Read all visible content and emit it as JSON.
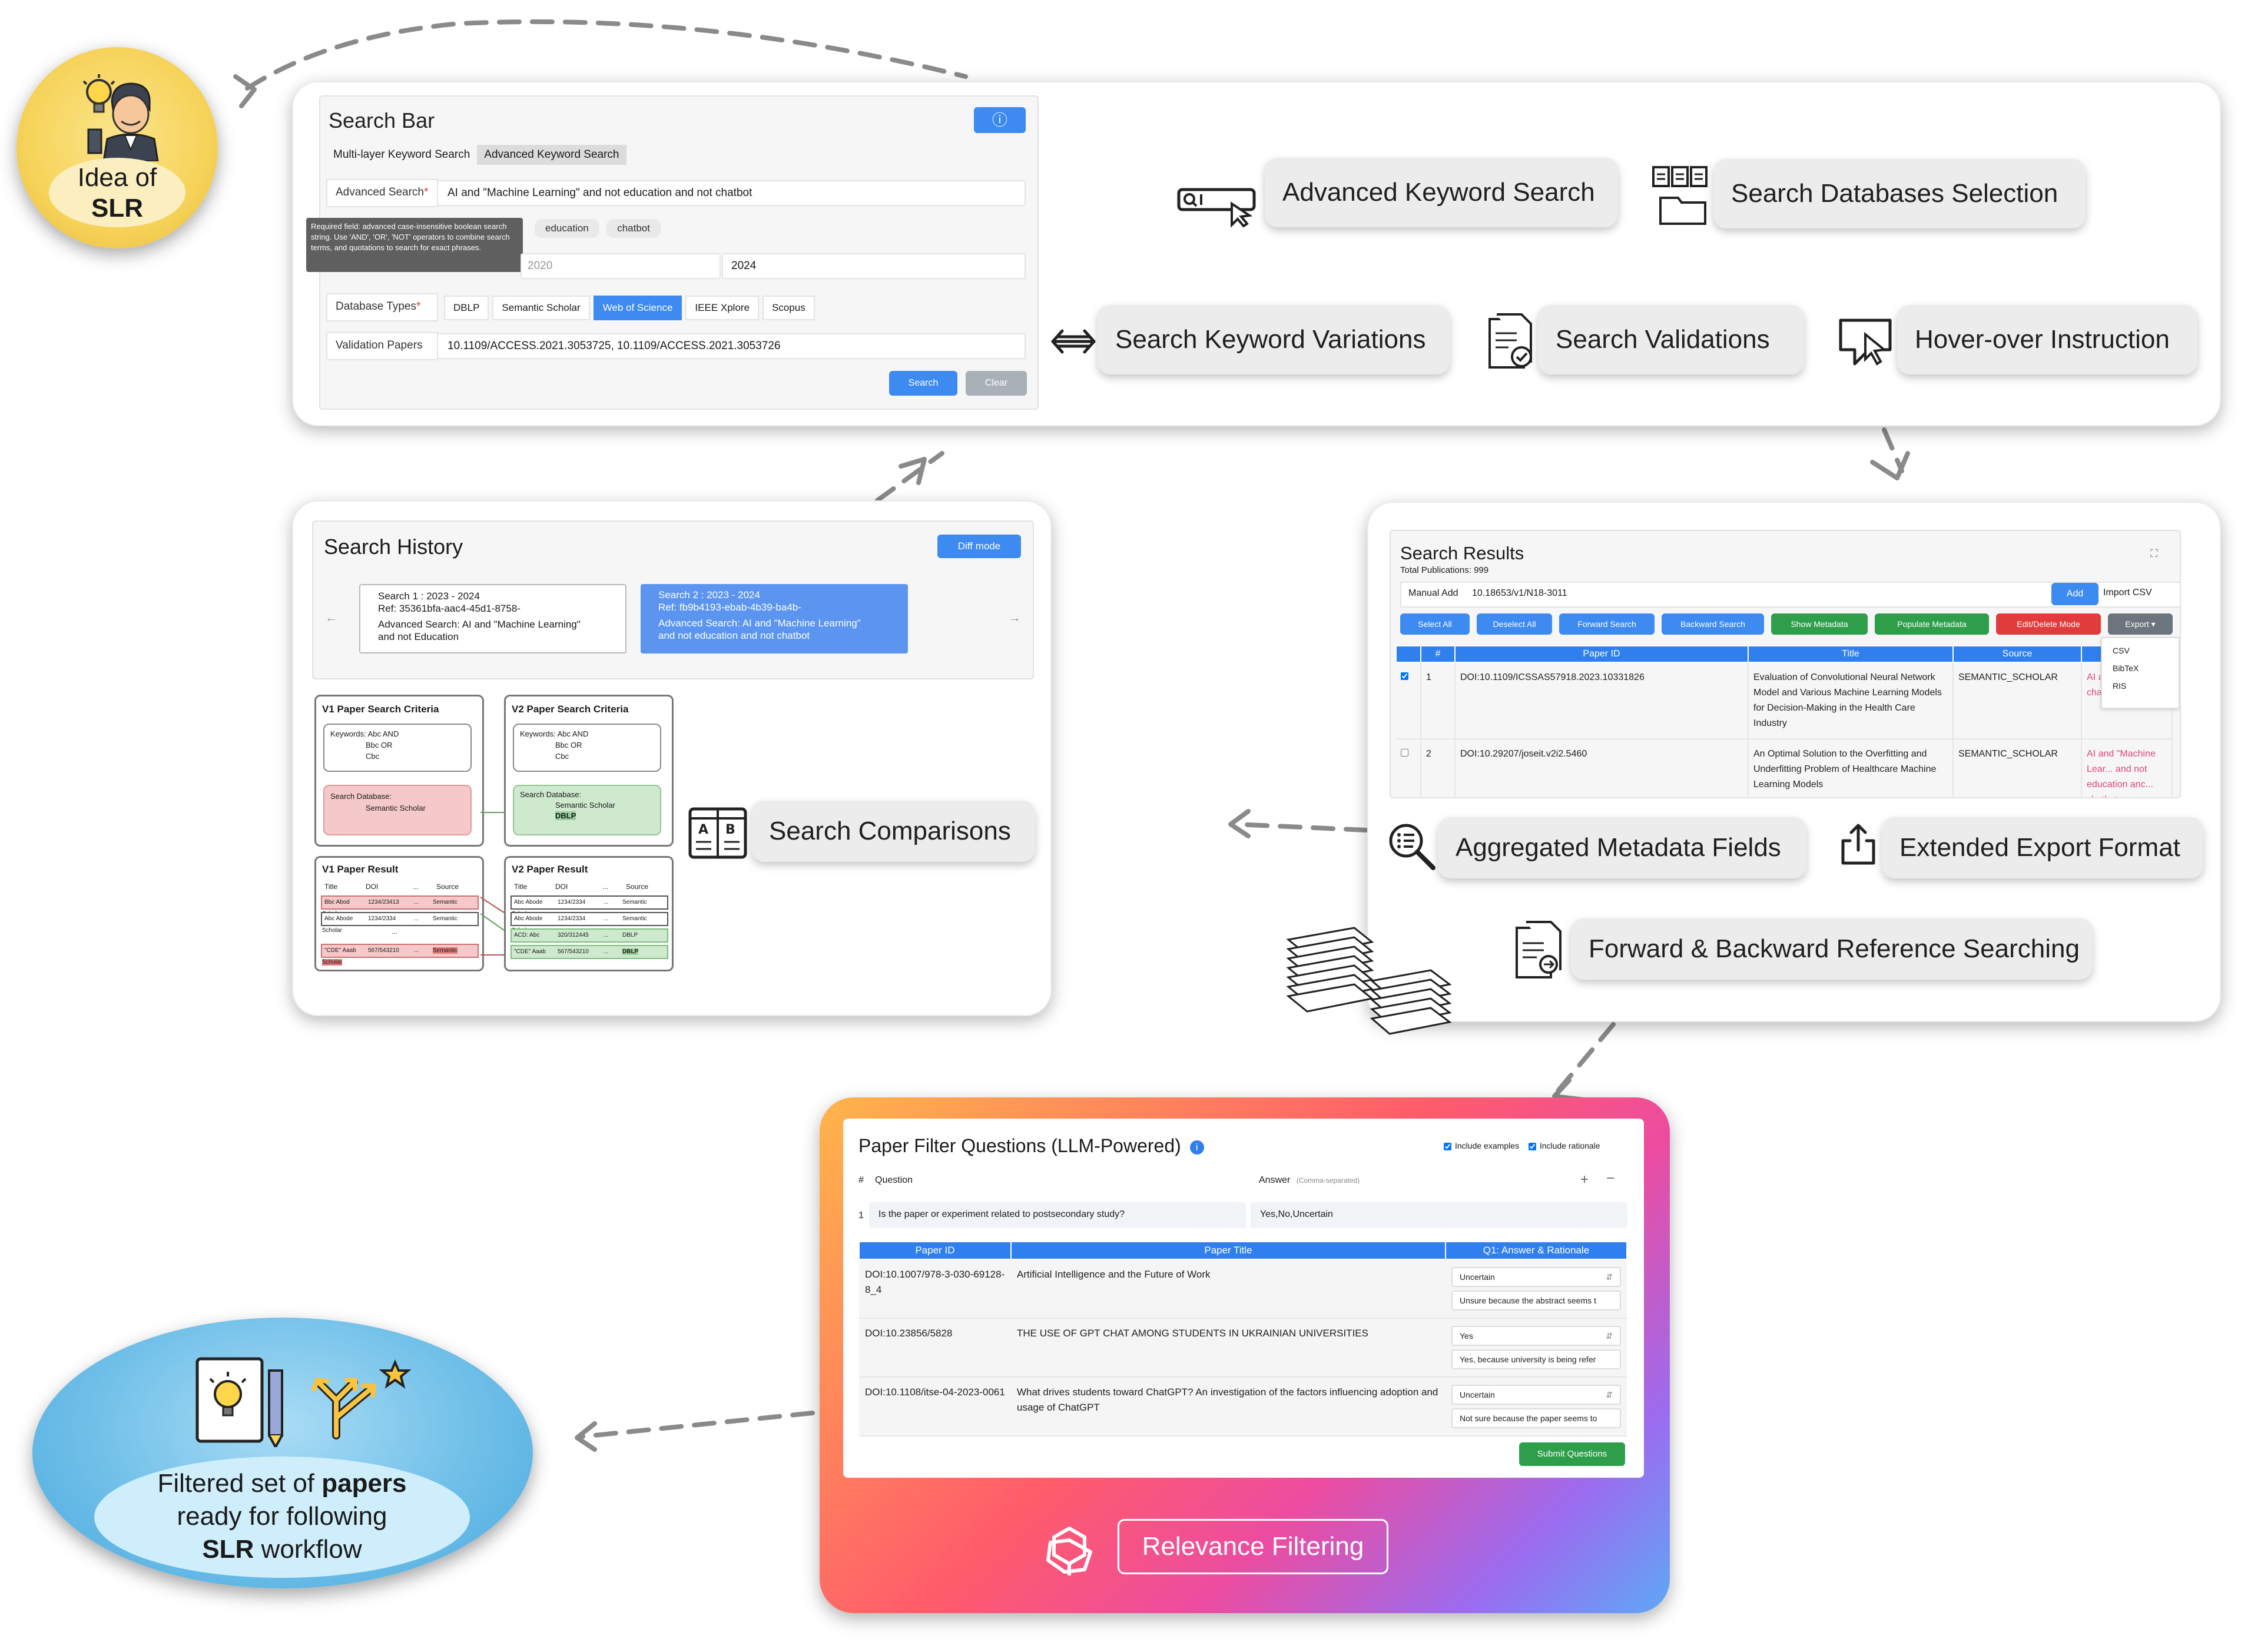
{
  "idea": {
    "line1": "Idea of",
    "line2": "SLR"
  },
  "search_bar": {
    "title": "Search Bar",
    "tabs": [
      "Multi-layer Keyword Search",
      "Advanced Keyword Search"
    ],
    "advanced_label": "Advanced Search",
    "advanced_value": "AI and \"Machine Learning\" and not education and not chatbot",
    "tooltip": "Required field: advanced case-insensitive boolean search string. Use 'AND', 'OR', 'NOT' operators to combine search terms, and quotations to search for exact phrases.",
    "chips": [
      "education",
      "chatbot"
    ],
    "year_from": "2020",
    "year_to": "2024",
    "db_label": "Database Types",
    "databases": [
      "DBLP",
      "Semantic Scholar",
      "Web of Science",
      "IEEE Xplore",
      "Scopus"
    ],
    "validation_label": "Validation Papers",
    "validation_value": "10.1109/ACCESS.2021.3053725, 10.1109/ACCESS.2021.3053726",
    "search_btn": "Search",
    "clear_btn": "Clear",
    "info_icon": "info-icon"
  },
  "features_top": {
    "advanced_keyword": "Advanced Keyword Search",
    "databases_selection": "Search Databases Selection",
    "keyword_variations": "Search Keyword Variations",
    "validations": "Search Validations",
    "hover_instruction": "Hover-over Instruction"
  },
  "history": {
    "title": "Search History",
    "diff_btn": "Diff mode",
    "card1": {
      "line1": "Search 1 : 2023 - 2024",
      "line2": "Ref: 35361bfa-aac4-45d1-8758-",
      "line3": "Advanced Search: AI and \"Machine Learning\"",
      "line4": "and not Education"
    },
    "card2": {
      "line1": "Search 2 : 2023 - 2024",
      "line2": "Ref: fb9b4193-ebab-4b39-ba4b-",
      "line3": "Advanced Search: AI and \"Machine Learning\"",
      "line4": "and not education and not chatbot"
    },
    "v1_criteria": "V1 Paper Search Criteria",
    "v2_criteria": "V2 Paper Search Criteria",
    "kw_line1": "Keywords: Abc AND",
    "kw_line2": "Bbc OR",
    "kw_line3": "Cbc",
    "db_label": "Search Database:",
    "v1_db": "Semantic Scholar",
    "v2_db1": "Semantic Scholar",
    "v2_db2": "DBLP",
    "v1_result": "V1 Paper Result",
    "v2_result": "V2 Paper Result",
    "cols": [
      "Title",
      "DOI",
      "...",
      "Source"
    ],
    "v1_rows": [
      [
        "Bbc Abod",
        "1234/23413",
        "...",
        "Semantic Scholar"
      ],
      [
        "Abc Abode",
        "1234/2334",
        "...",
        "Semantic Scholar"
      ],
      [
        "\"CDE\" Aaab",
        "567/543210",
        "...",
        "Semantic Scholar"
      ]
    ],
    "v2_rows": [
      [
        "Abc Abode",
        "1234/2334",
        "...",
        "Semantic Scholar"
      ],
      [
        "Abc Abode",
        "1234/2334",
        "...",
        "Semantic Scholar"
      ],
      [
        "ACD: Abc",
        "320/312445",
        "...",
        "DBLP"
      ],
      [
        "\"CDE\" Aaab",
        "567/543210",
        "...",
        "DBLP"
      ]
    ],
    "comparison_feature": "Search Comparisons"
  },
  "results": {
    "title": "Search Results",
    "total": "Total Publications: 999",
    "manual_label": "Manual Add",
    "manual_value": "10.18653/v1/N18-3011",
    "add_btn": "Add",
    "import_btn": "Import CSV",
    "buttons": [
      "Select All",
      "Deselect All",
      "Forward Search",
      "Backward Search",
      "Show Metadata",
      "Populate Metadata",
      "Edit/Delete Mode",
      "Export ▾"
    ],
    "export_options": [
      "CSV",
      "BibTeX",
      "RIS"
    ],
    "headers": [
      "",
      "#",
      "Paper ID",
      "Title",
      "Source",
      ""
    ],
    "rows": [
      {
        "n": "1",
        "id": "DOI:10.1109/ICSSAS57918.2023.10331826",
        "title": "Evaluation of Convolutional Neural Network Model and Various Machine Learning Models for Decision-Making in the Health Care Industry",
        "source": "SEMANTIC_SCHOLAR",
        "note": "AI an... and r... chatb..."
      },
      {
        "n": "2",
        "id": "DOI:10.29207/joseit.v2i2.5460",
        "title": "An Optimal Solution to the Overfitting and Underfitting Problem of Healthcare Machine Learning Models",
        "source": "SEMANTIC_SCHOLAR",
        "note": "AI and \"Machine Lear... and not education anc... chatbot"
      }
    ],
    "feat_metadata": "Aggregated Metadata Fields",
    "feat_export": "Extended Export Format",
    "feat_reference": "Forward & Backward Reference Searching"
  },
  "filter": {
    "title": "Paper Filter Questions (LLM-Powered)",
    "include_examples": "Include examples",
    "include_rationale": "Include rationale",
    "col_hash": "#",
    "col_question": "Question",
    "col_answer": "Answer",
    "answer_hint": "(Comma-separated)",
    "q_num": "1",
    "question": "Is the paper or experiment related to postsecondary study?",
    "answer": "Yes,No,Uncertain",
    "headers": [
      "Paper ID",
      "Paper Title",
      "Q1: Answer & Rationale"
    ],
    "rows": [
      {
        "id": "DOI:10.1007/978-3-030-69128-8_4",
        "title": "Artificial Intelligence and the Future of Work",
        "answer": "Uncertain",
        "rationale": "Unsure because the abstract seems t"
      },
      {
        "id": "DOI:10.23856/5828",
        "title": "THE USE OF GPT CHAT AMONG STUDENTS IN UKRAINIAN UNIVERSITIES",
        "answer": "Yes",
        "rationale": "Yes, because university is being refer"
      },
      {
        "id": "DOI:10.1108/itse-04-2023-0061",
        "title": "What drives students toward ChatGPT? An investigation of the factors influencing adoption and usage of ChatGPT",
        "answer": "Uncertain",
        "rationale": "Not sure because the paper seems to"
      }
    ],
    "submit_btn": "Submit Questions",
    "relevance_label": "Relevance Filtering"
  },
  "final": {
    "line1_a": "Filtered set of ",
    "line1_b": "papers",
    "line2": "ready for following",
    "line3_a": "SLR",
    "line3_b": " workflow"
  },
  "colors": {
    "accent_blue": "#2f7fef",
    "green": "#2e9e4a",
    "red": "#e23b3b",
    "idea_yellow": "#f6d35a",
    "final_blue": "#6fbfe8"
  }
}
